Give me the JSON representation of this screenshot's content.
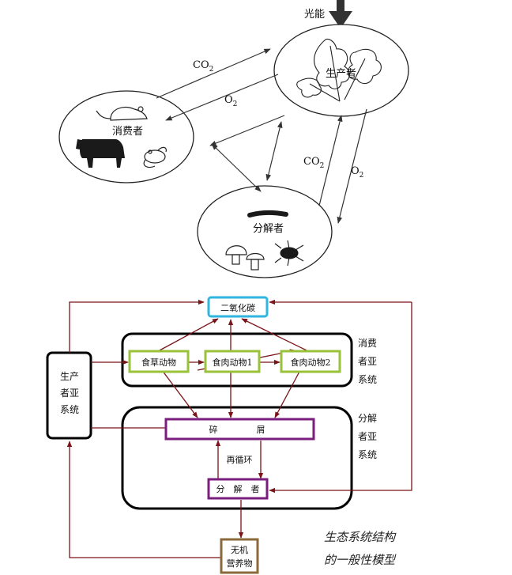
{
  "colors": {
    "line_gray": "#333333",
    "arrow_dark_red": "#7a1418",
    "box_cyan": "#2fb6df",
    "box_green": "#99c23a",
    "box_purple": "#7b1f7e",
    "box_brown": "#8a6a3a",
    "frame_black": "#000000"
  },
  "top": {
    "light_label": "光能",
    "producer_label": "生产者",
    "consumer_label": "消费者",
    "decomposer_label": "分解者",
    "co2_left": "CO",
    "co2_left_sub": "2",
    "o2_left": "O",
    "o2_left_sub": "2",
    "co2_right": "CO",
    "co2_right_sub": "2",
    "o2_right": "O",
    "o2_right_sub": "2"
  },
  "icons": [
    "leaf-icon",
    "mouse-icon",
    "cow-icon",
    "frog-icon",
    "worm-icon",
    "mushroom-icon",
    "beetle-icon",
    "sun-arrow-icon"
  ],
  "bottom": {
    "co2_box": "二氧化碳",
    "consumer_subsystem": [
      "消费",
      "者亚",
      "系统"
    ],
    "decomposer_subsystem": [
      "分解",
      "者亚",
      "系统"
    ],
    "producer_subsystem": [
      "生产",
      "者亚",
      "系统"
    ],
    "herbivore": "食草动物",
    "carnivore1": "食肉动物1",
    "carnivore2": "食肉动物2",
    "detritus_left": "碎",
    "detritus_right": "屑",
    "recycle": "再循环",
    "decomposer": "分　解　者",
    "inorganic_line1": "无机",
    "inorganic_line2": "营养物",
    "caption_line1": "生态系统结构",
    "caption_line2": "的一般性模型"
  }
}
